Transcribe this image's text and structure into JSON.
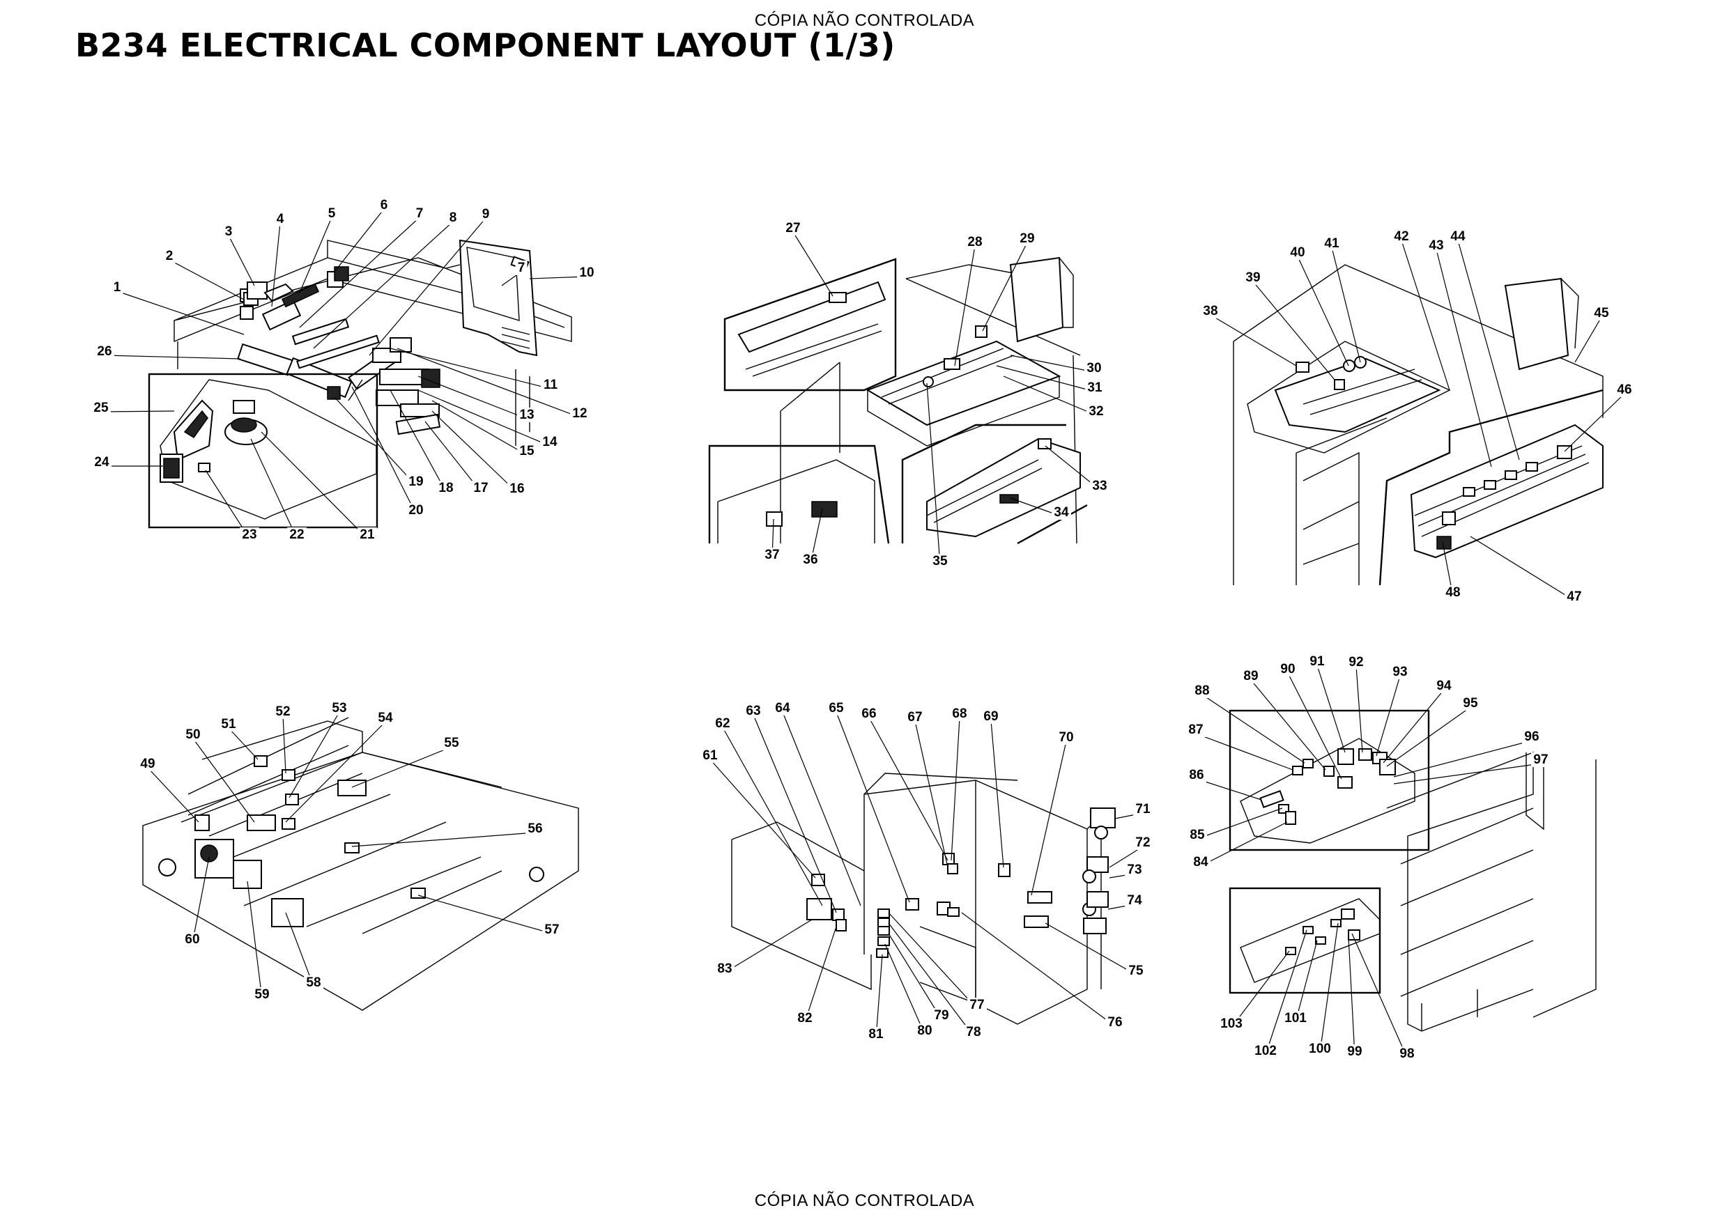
{
  "watermark_top": "CÓPIA NÃO CONTROLADA",
  "watermark_bottom": "CÓPIA NÃO CONTROLADA",
  "title": "B234 ELECTRICAL COMPONENT LAYOUT (1/3)",
  "panels": [
    {
      "id": "panel-1",
      "labels": [
        "1",
        "2",
        "3",
        "4",
        "5",
        "6",
        "7",
        "7",
        "8",
        "9",
        "10",
        "11",
        "12",
        "13",
        "14",
        "15",
        "16",
        "17",
        "18",
        "19",
        "20",
        "21",
        "22",
        "23",
        "24",
        "25",
        "26"
      ]
    },
    {
      "id": "panel-2",
      "labels": [
        "27",
        "28",
        "29",
        "30",
        "31",
        "32",
        "33",
        "34",
        "35",
        "36",
        "37"
      ]
    },
    {
      "id": "panel-3",
      "labels": [
        "38",
        "39",
        "40",
        "41",
        "42",
        "43",
        "44",
        "45",
        "46",
        "47",
        "48"
      ]
    },
    {
      "id": "panel-4",
      "labels": [
        "49",
        "50",
        "51",
        "52",
        "53",
        "54",
        "55",
        "56",
        "57",
        "58",
        "59",
        "60"
      ]
    },
    {
      "id": "panel-5",
      "labels": [
        "61",
        "62",
        "63",
        "64",
        "65",
        "66",
        "67",
        "68",
        "69",
        "70",
        "71",
        "72",
        "73",
        "74",
        "75",
        "76",
        "77",
        "78",
        "79",
        "80",
        "81",
        "82",
        "83"
      ]
    },
    {
      "id": "panel-6",
      "labels": [
        "84",
        "85",
        "86",
        "87",
        "88",
        "89",
        "90",
        "91",
        "92",
        "93",
        "94",
        "95",
        "96",
        "97",
        "98",
        "99",
        "100",
        "101",
        "102",
        "103"
      ]
    }
  ]
}
